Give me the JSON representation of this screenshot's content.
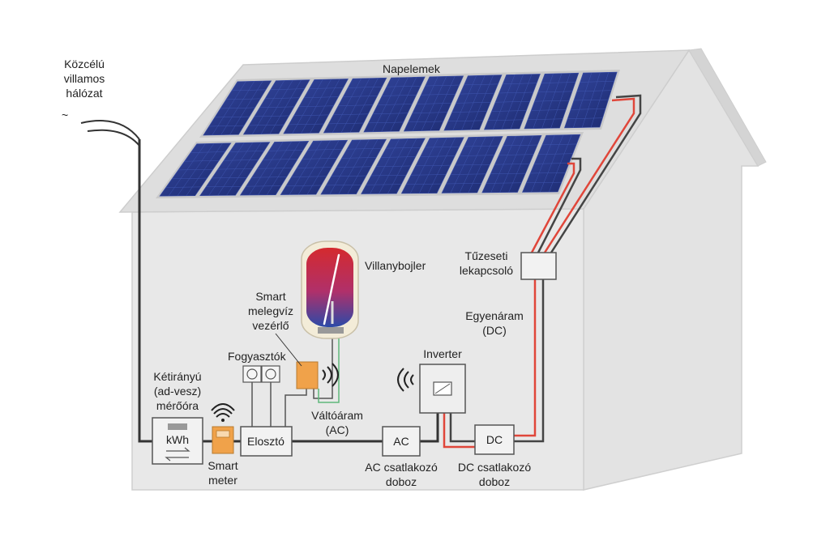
{
  "labels": {
    "grid": [
      "Közcélú",
      "villamos",
      "hálózat"
    ],
    "grid_symbol": "~",
    "panels": "Napelemek",
    "boiler": "Villanybojler",
    "fire_switch": [
      "Tűzeseti",
      "lekapcsoló"
    ],
    "smart_controller": [
      "Smart",
      "melegvíz",
      "vezérlő"
    ],
    "consumers": "Fogyasztók",
    "bidirectional_meter": [
      "Kétirányú",
      "(ad-vesz)",
      "mérőóra"
    ],
    "kwh": "kWh",
    "smart_meter": [
      "Smart",
      "meter"
    ],
    "distributor": "Elosztó",
    "ac_current": [
      "Váltóáram",
      "(AC)"
    ],
    "inverter": "Inverter",
    "dc_current": [
      "Egyenáram",
      "(DC)"
    ],
    "ac_box_short": "AC",
    "ac_box": [
      "AC csatlakozó",
      "doboz"
    ],
    "dc_box_short": "DC",
    "dc_box": [
      "DC csatlakozó",
      "doboz"
    ]
  },
  "colors": {
    "house_wall": "#e6e6e6",
    "house_outline": "#cfcfcf",
    "roof_face": "#dcdcdc",
    "panel": "#1f2f78",
    "panel_cell": "#2c3f95",
    "wire_dark": "#333333",
    "wire_red": "#e0463a",
    "boiler_red": "#c8262b",
    "boiler_blue": "#2b4aa8",
    "smart_meter_orange": "#f0a24a",
    "inverter_box": "#eeeeee"
  }
}
